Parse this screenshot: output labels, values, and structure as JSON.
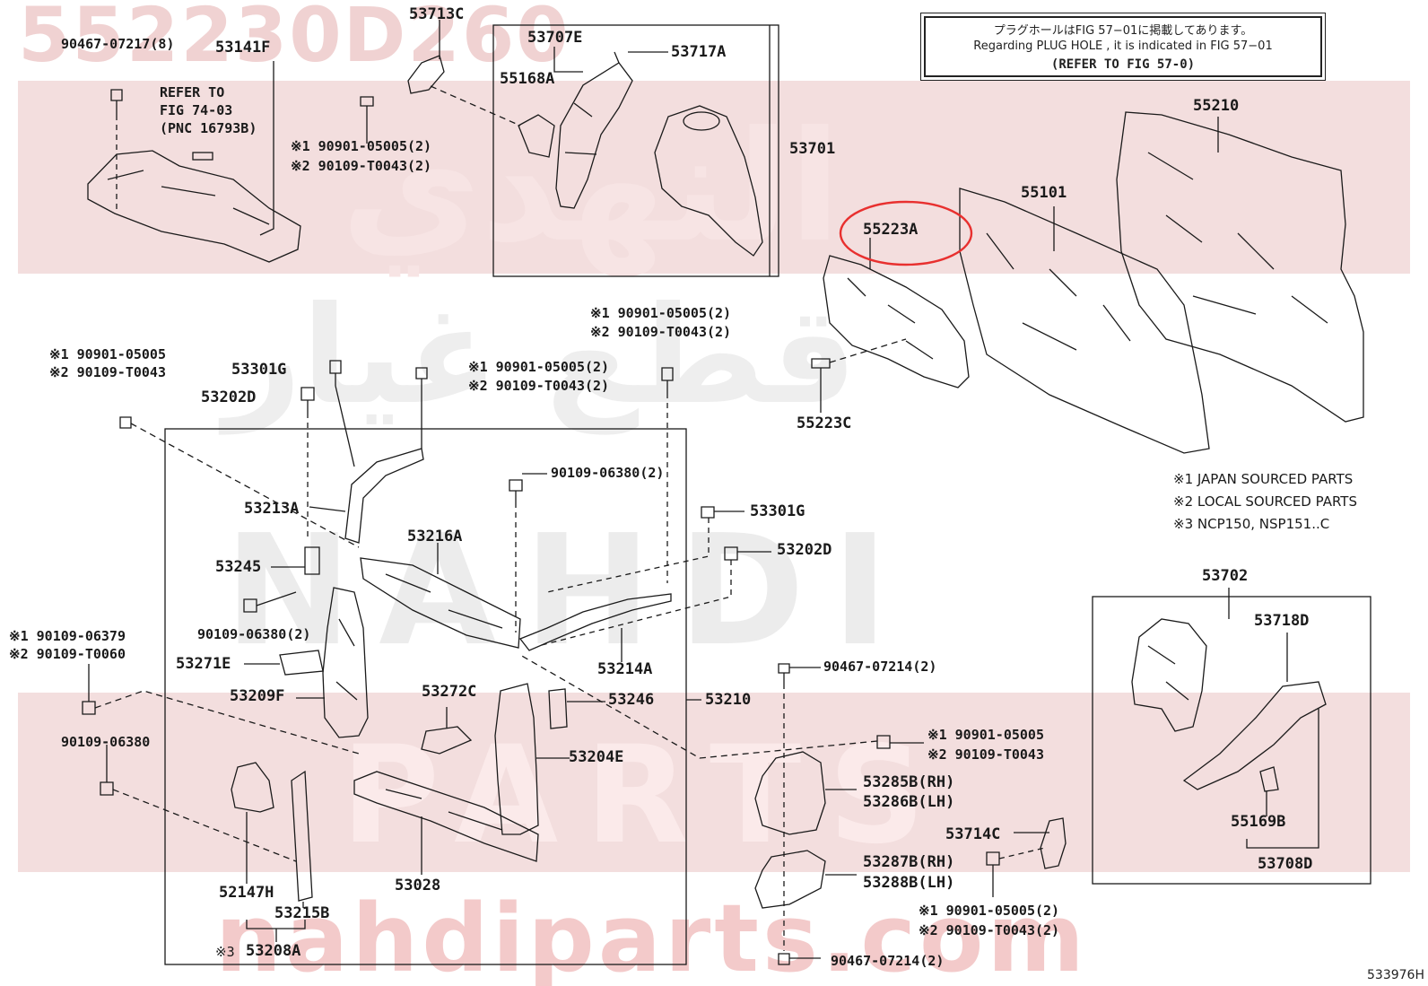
{
  "watermark": {
    "part_number": "552230D260",
    "brand": "NAHDI",
    "parts": "PARTS",
    "url": "nahdiparts.com",
    "arabic_1": "النهدي",
    "arabic_2": "قطع غيار"
  },
  "reference_box": {
    "japanese": "プラグホールはFIG 57−01に掲載してあります。",
    "english": "Regarding  PLUG  HOLE , it is indicated in FIG  57−01",
    "refer": "(REFER TO FIG 57-0)"
  },
  "notes": {
    "n1": "※1 JAPAN SOURCED PARTS",
    "n2": "※2 LOCAL SOURCED PARTS",
    "n3": "※3 NCP150, NSP151..C"
  },
  "highlight_color": "#e8302f",
  "line_color": "#1a1a1a",
  "labels": {
    "p53141F": "53141F",
    "p90467_07217": "90467-07217(8)",
    "refer1": "REFER TO",
    "refer2": "FIG 74-03",
    "refer3": "(PNC 16793B)",
    "p53713C": "53713C",
    "s1_905": "※1 90901-05005(2)",
    "s2_901": "※2 90109-T0043(2)",
    "p53707E": "53707E",
    "p53717A": "53717A",
    "p55168A": "55168A",
    "p53701": "53701",
    "p55210": "55210",
    "p55101": "55101",
    "p55223A": "55223A",
    "p55223C": "55223C",
    "s1_905b": "※1 90901-05005(2)",
    "s2_901b": "※2 90109-T0043(2)",
    "s1_905c": "※1 90901-05005",
    "s2_901c": "※2 90109-T0043",
    "p53301G": "53301G",
    "s1_905d": "※1 90901-05005(2)",
    "s2_901d": "※2 90109-T0043(2)",
    "p53202D": "53202D",
    "p90109_06380a": "90109-06380(2)",
    "p53213A": "53213A",
    "p53216A": "53216A",
    "p53301G_r": "53301G",
    "p53202D_r": "53202D",
    "p53245": "53245",
    "p90109_06380b": "90109-06380(2)",
    "s1_9010": "※1 90109-06379",
    "s2_9010": "※2 90109-T0060",
    "p53271E": "53271E",
    "p53214A": "53214A",
    "p53209F": "53209F",
    "p53272C": "53272C",
    "p53246": "53246",
    "p53210": "53210",
    "p90467_07214a": "90467-07214(2)",
    "p90109_06380c": "90109-06380",
    "p53204E": "53204E",
    "s1_905e": "※1 90901-05005",
    "s2_901e": "※2 90109-T0043",
    "p53285B": "53285B(RH)",
    "p53286B": "53286B(LH)",
    "p53702": "53702",
    "p53718D": "53718D",
    "p53714C": "53714C",
    "p55169B": "55169B",
    "p53708D": "53708D",
    "p53287B": "53287B(RH)",
    "p53288B": "53288B(LH)",
    "p53028": "53028",
    "p52147H": "52147H",
    "p53215B": "53215B",
    "s3": "※3",
    "p53208A": "53208A",
    "s1_905f": "※1 90901-05005(2)",
    "s2_901f": "※2 90109-T0043(2)",
    "p90467_07214b": "90467-07214(2)"
  },
  "figure_code": "533976H"
}
